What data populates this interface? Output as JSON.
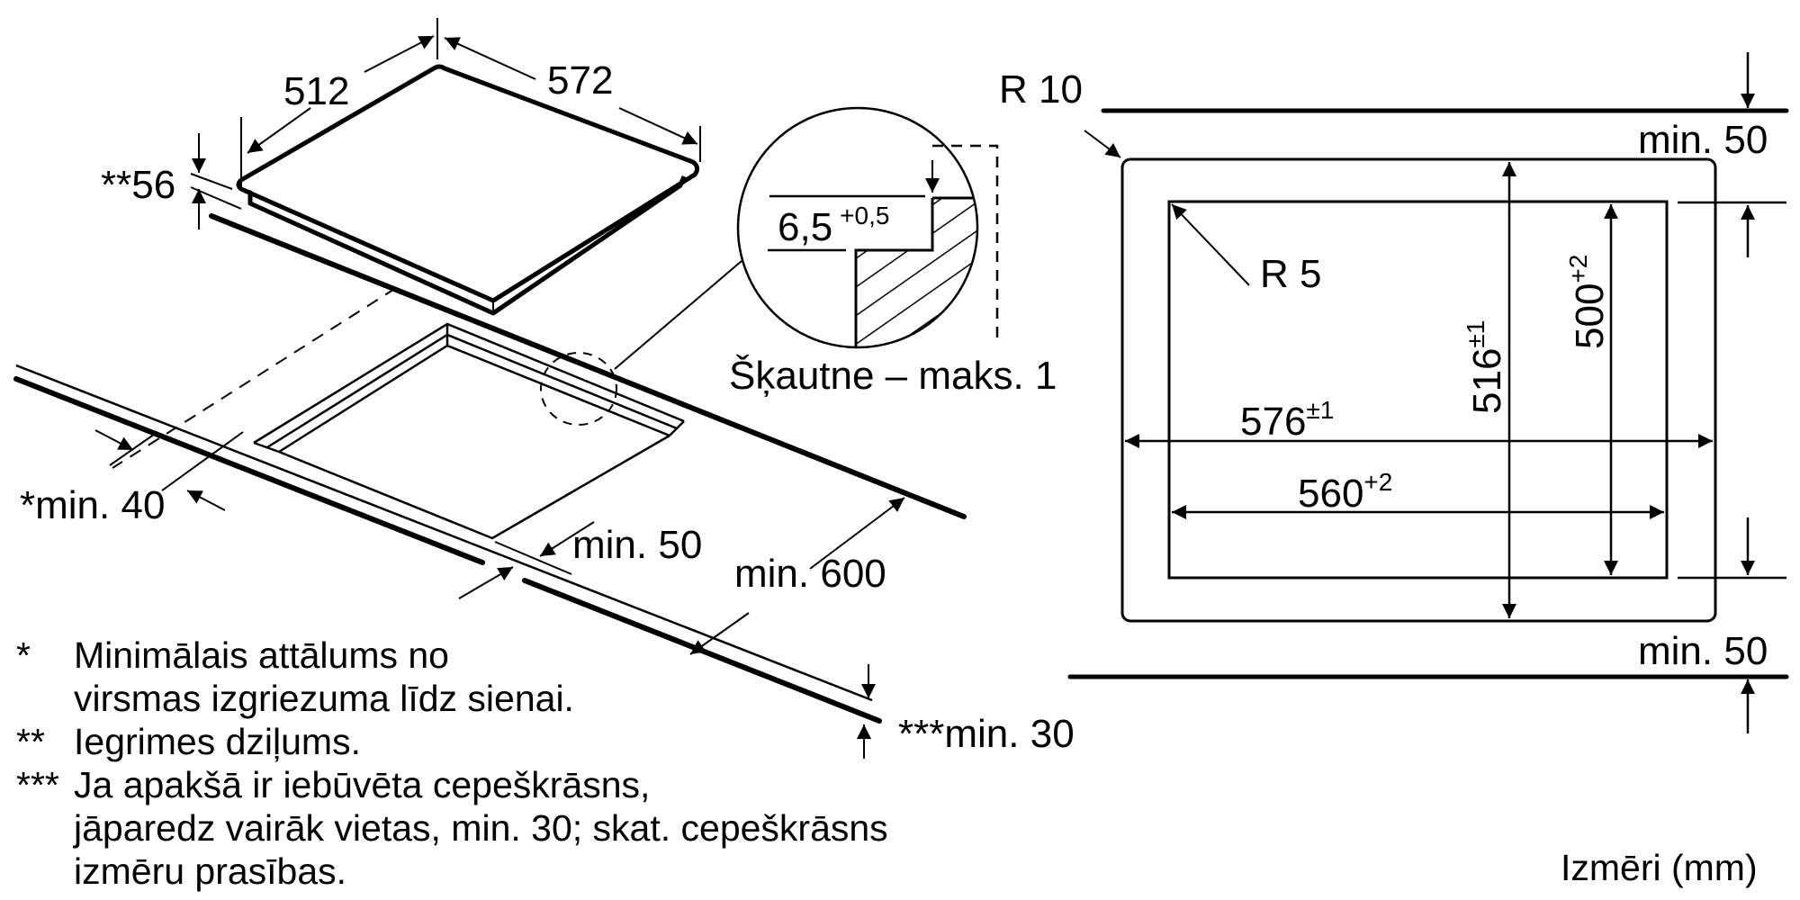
{
  "iso_view": {
    "hob_depth": "512",
    "hob_width": "572",
    "recess_depth": "**56",
    "wall_distance": "*min. 40",
    "front_distance": "min. 50",
    "worktop_depth": "min. 600",
    "bottom_clearance": "***min. 30"
  },
  "detail": {
    "thickness_value": "6,5",
    "thickness_tolerance": "+0,5",
    "caption": "Šķautne – maks. 1"
  },
  "cutout_plan": {
    "outer_radius": "R 10",
    "inner_radius": "R 5",
    "top_clearance": "min. 50",
    "bottom_clearance": "min. 50",
    "outer_width": "576",
    "outer_width_tol": "±1",
    "inner_width": "560",
    "inner_width_tol": "+2",
    "outer_depth": "516",
    "outer_depth_tol": "±1",
    "inner_depth": "500",
    "inner_depth_tol": "+2"
  },
  "notes": [
    {
      "mark": "*",
      "lines": [
        "Minimālais attālums no",
        "virsmas izgriezuma līdz sienai."
      ]
    },
    {
      "mark": "**",
      "lines": [
        "Iegrimes dziļums."
      ]
    },
    {
      "mark": "***",
      "lines": [
        "Ja apakšā ir iebūvēta cepeškrāsns,",
        "jāparedz vairāk vietas, min. 30; skat. cepeškrāsns",
        "izmēru prasības."
      ]
    }
  ],
  "units_label": "Izmēri (mm)",
  "colors": {
    "ink": "#000000",
    "background": "#ffffff"
  }
}
